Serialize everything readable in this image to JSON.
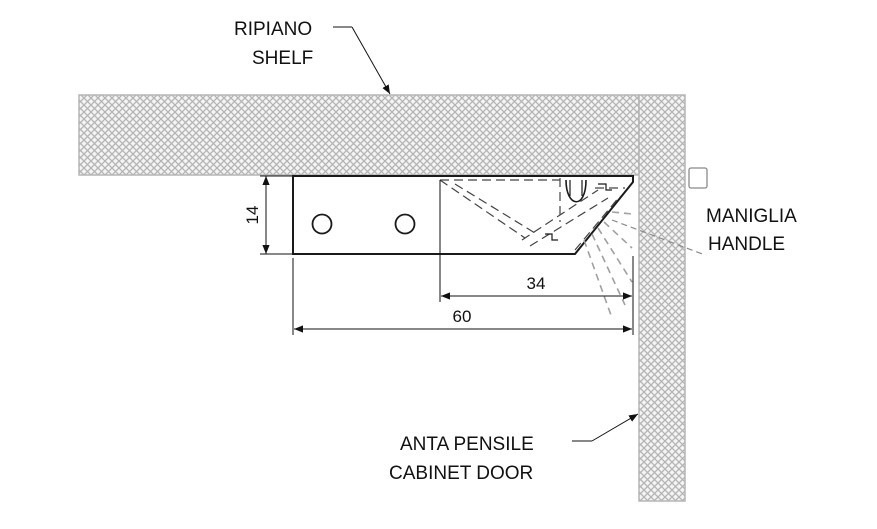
{
  "labels": {
    "shelf_it": "RIPIANO",
    "shelf_en": "SHELF",
    "handle_it": "MANIGLIA",
    "handle_en": "HANDLE",
    "door_it": "ANTA PENSILE",
    "door_en": "CABINET DOOR"
  },
  "dimensions": {
    "height": "14",
    "inner": "34",
    "overall": "60"
  },
  "colors": {
    "hatch": "#b8b8b8",
    "outline": "#1a1a1a",
    "dashed": "#a0a0a0"
  }
}
